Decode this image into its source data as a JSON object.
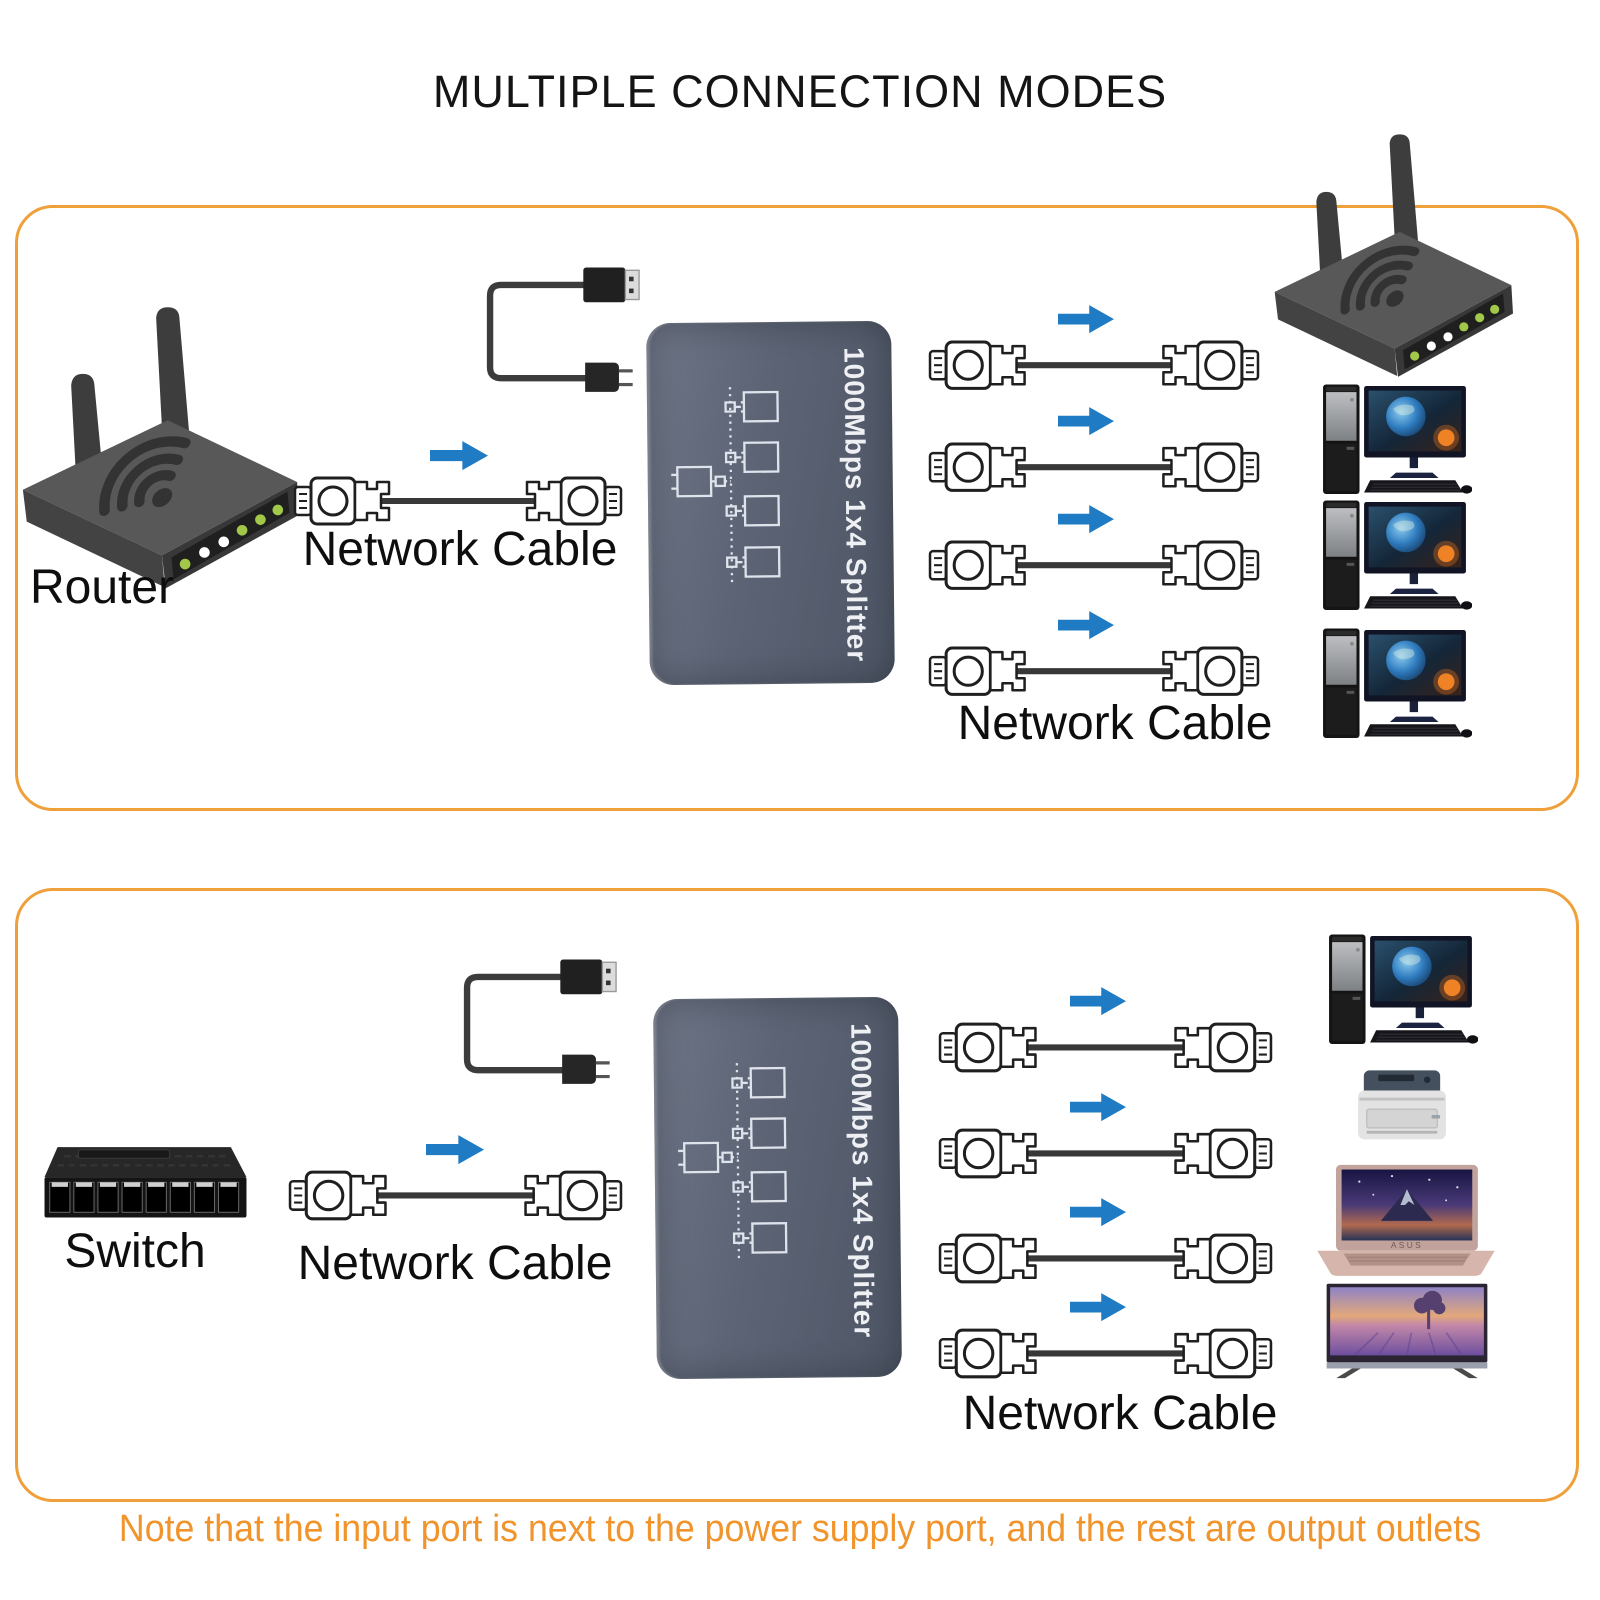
{
  "title": "MULTIPLE CONNECTION MODES",
  "note": "Note that the input port is next to the power supply port, and the rest are output outlets",
  "splitter_label": "1000Mbps 1x4 Splitter",
  "laptop_brand": "ASUS",
  "colors": {
    "panel_border": "#EFA03A",
    "arrow": "#1E7BC4",
    "note_text": "#F0942B",
    "splitter_body": "#5C6475",
    "title_text": "#141414"
  },
  "panels": [
    {
      "source_device": "router",
      "source_label": "Router",
      "input_cable_label": "Network Cable",
      "output_cable_label": "Network Cable",
      "output_cable_count": 4,
      "output_devices": [
        "wifi-router",
        "desktop-computer",
        "desktop-computer",
        "desktop-computer"
      ]
    },
    {
      "source_device": "switch",
      "source_label": "Switch",
      "input_cable_label": "Network Cable",
      "output_cable_label": "Network Cable",
      "output_cable_count": 4,
      "output_devices": [
        "desktop-computer",
        "printer",
        "laptop",
        "tv"
      ]
    }
  ]
}
